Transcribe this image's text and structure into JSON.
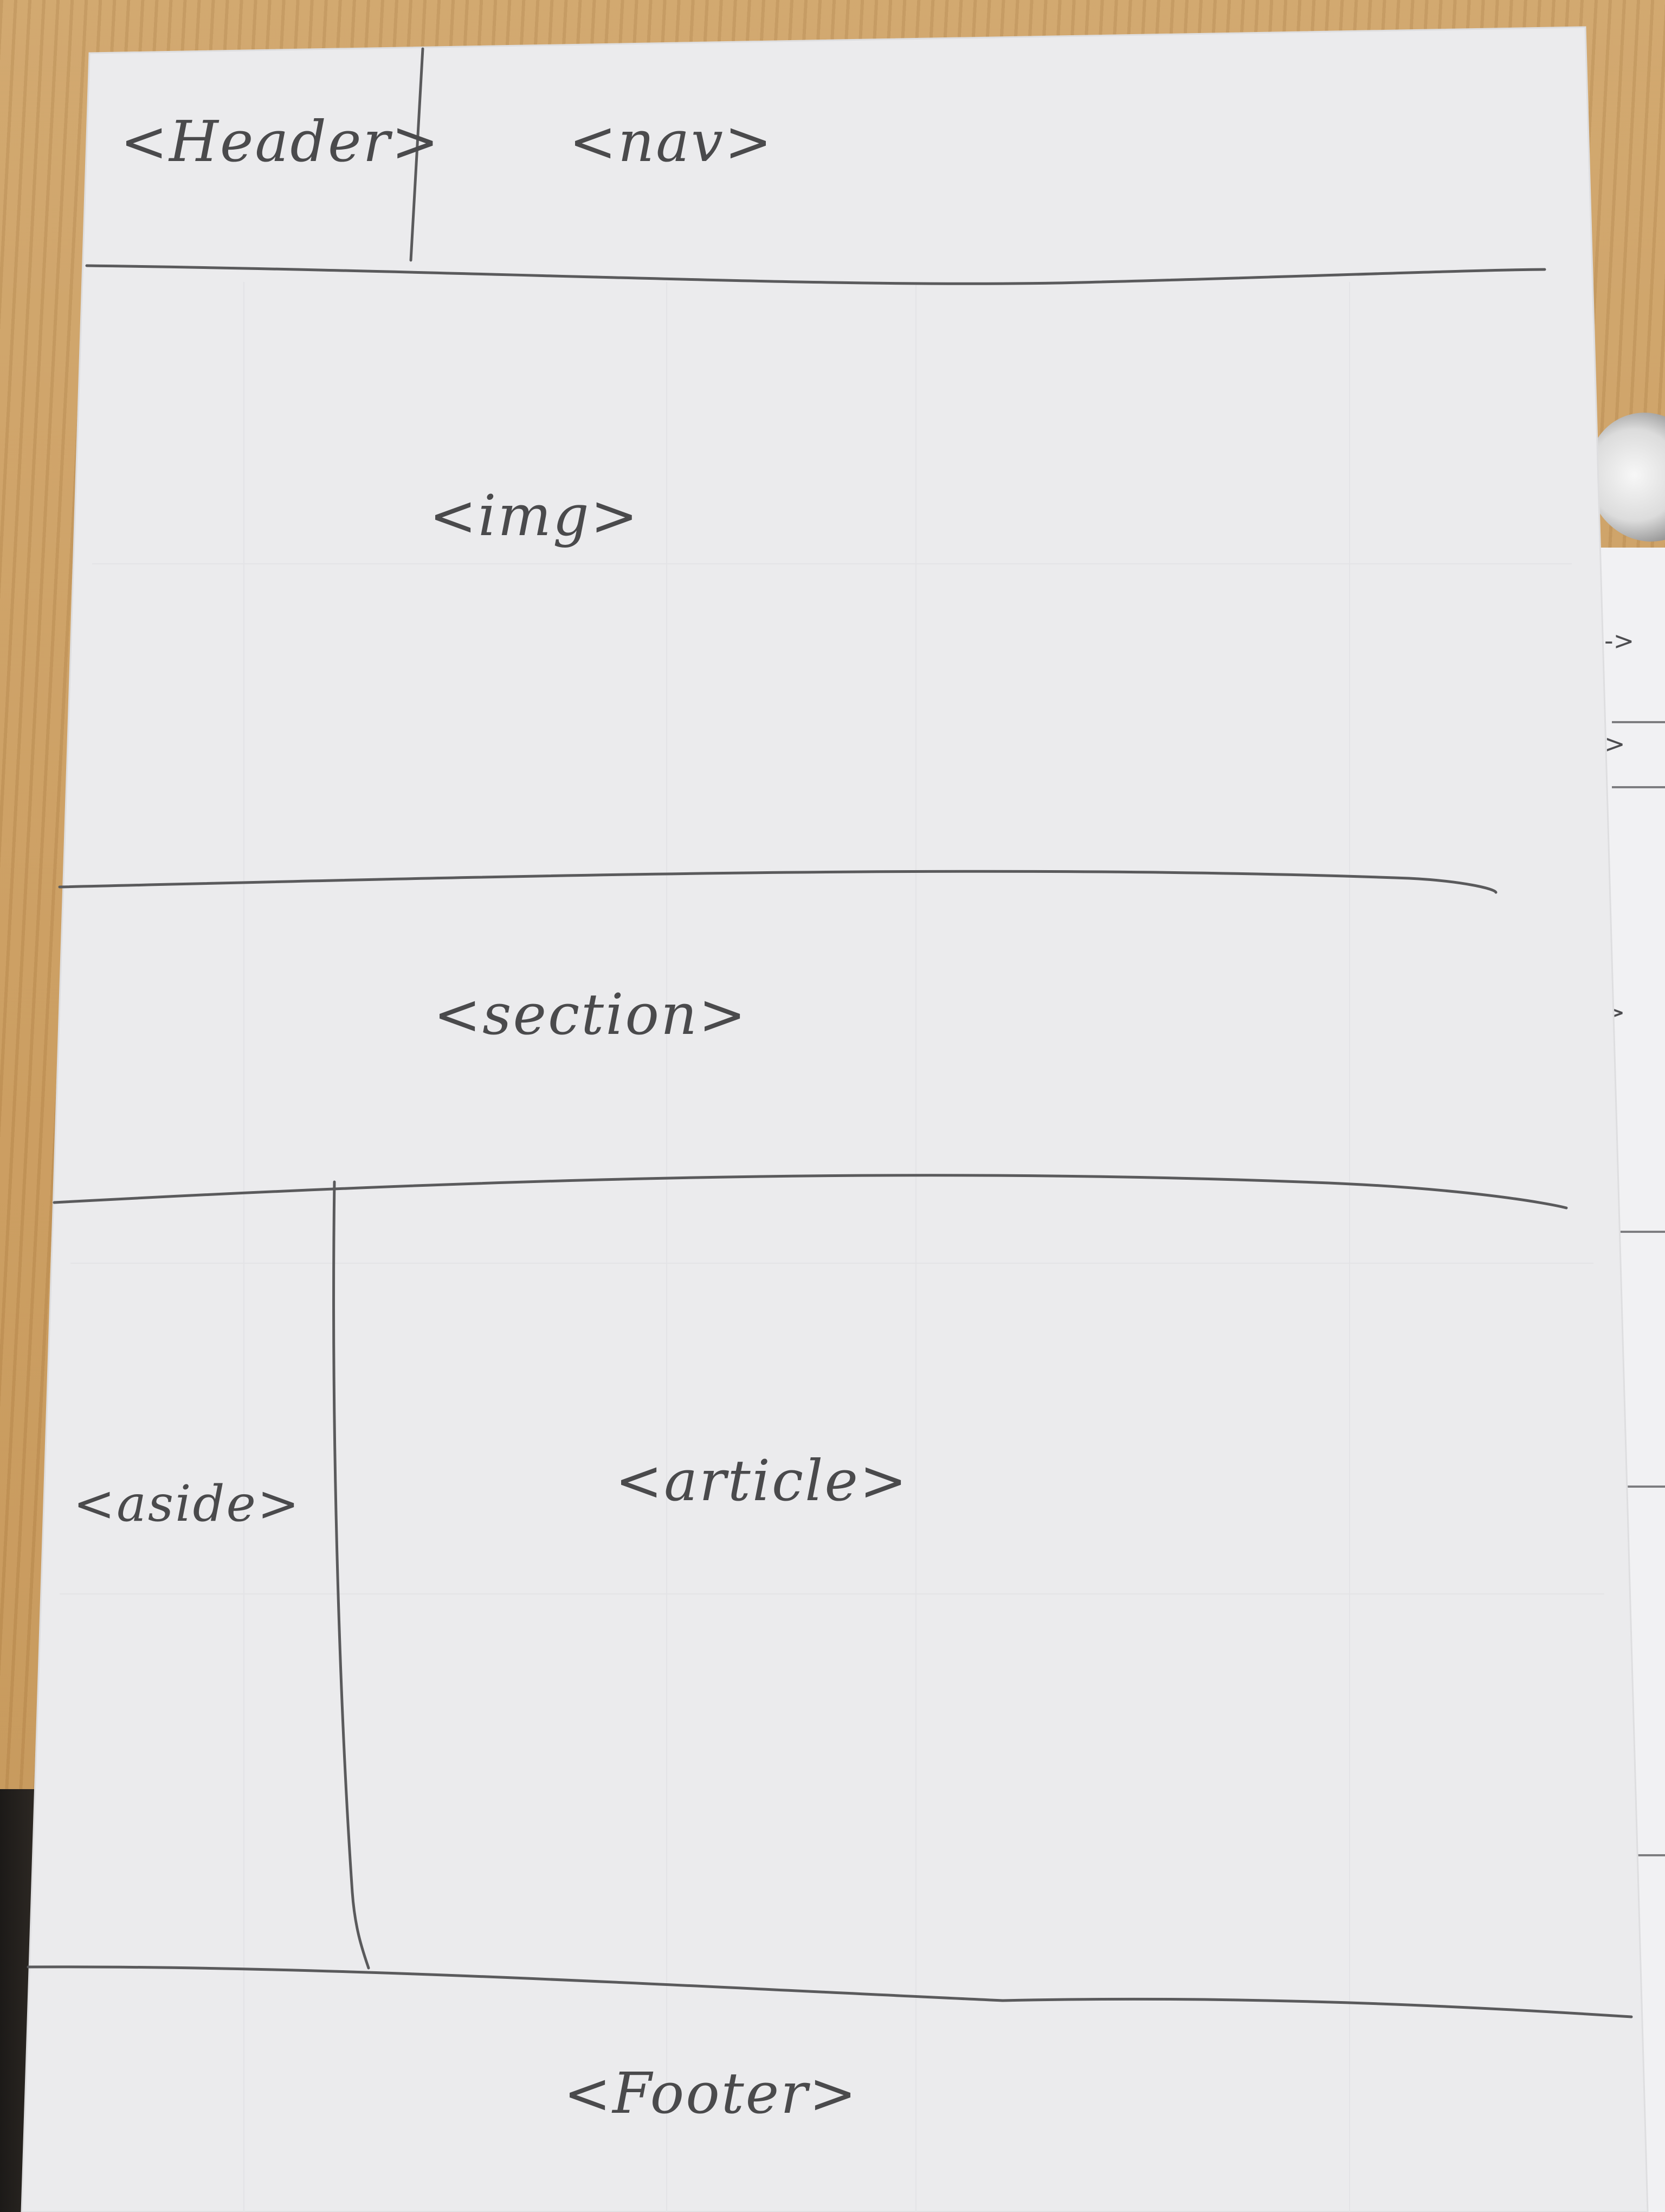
{
  "sketch": {
    "title": "Hand-drawn HTML layout wireframe",
    "labels": {
      "header": "<Header>",
      "nav": "<nav>",
      "img": "<img>",
      "section": "<section>",
      "aside": "<aside>",
      "article": "<article>",
      "footer": "<Footer>"
    },
    "background_sheet_marks": [
      "->",
      ">",
      ">"
    ]
  },
  "colors": {
    "paper": "#ebebed",
    "pencil": "#5a5a5c",
    "desk": "#c99a5d"
  }
}
